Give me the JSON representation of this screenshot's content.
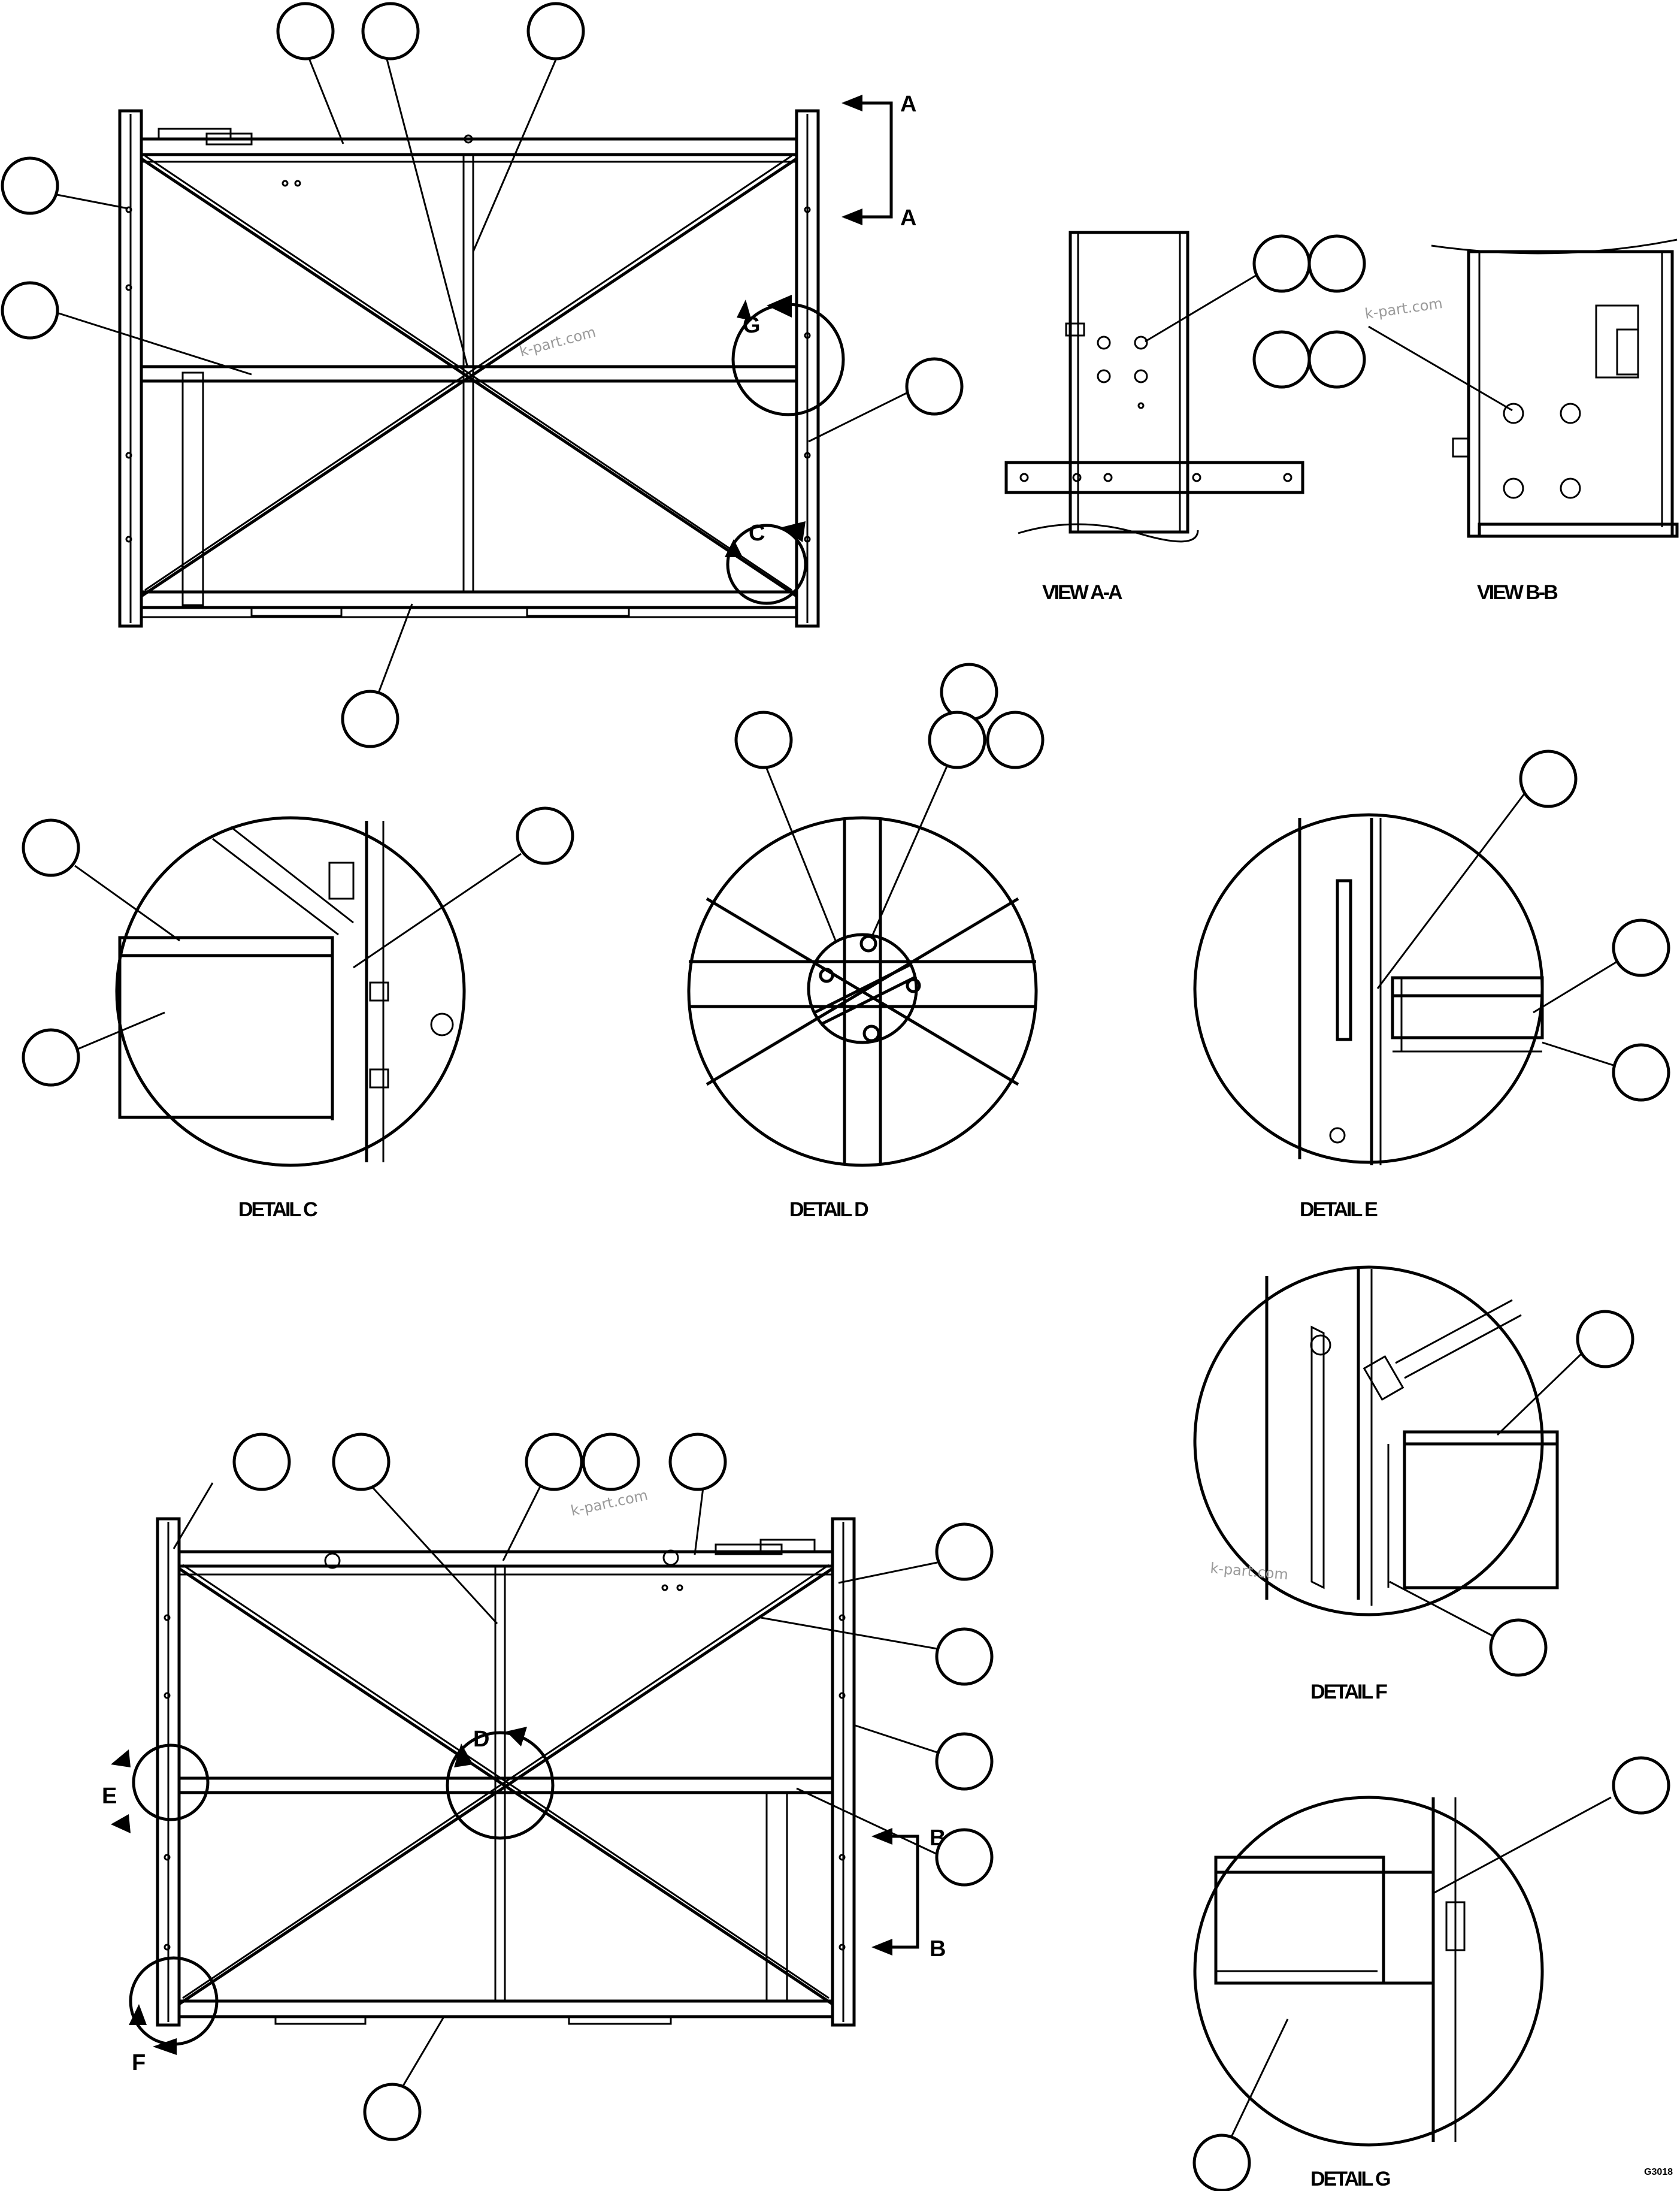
{
  "views": {
    "view_aa": "VIEW A-A",
    "view_bb": "VIEW B-B",
    "detail_c": "DETAIL C",
    "detail_d": "DETAIL D",
    "detail_e": "DETAIL E",
    "detail_f": "DETAIL F",
    "detail_g": "DETAIL G"
  },
  "section_marks": {
    "a": "A",
    "b": "B",
    "c": "C",
    "d": "D",
    "e": "E",
    "f": "F",
    "g": "G"
  },
  "watermark": "k-part.com",
  "drawing_code": "G3018"
}
